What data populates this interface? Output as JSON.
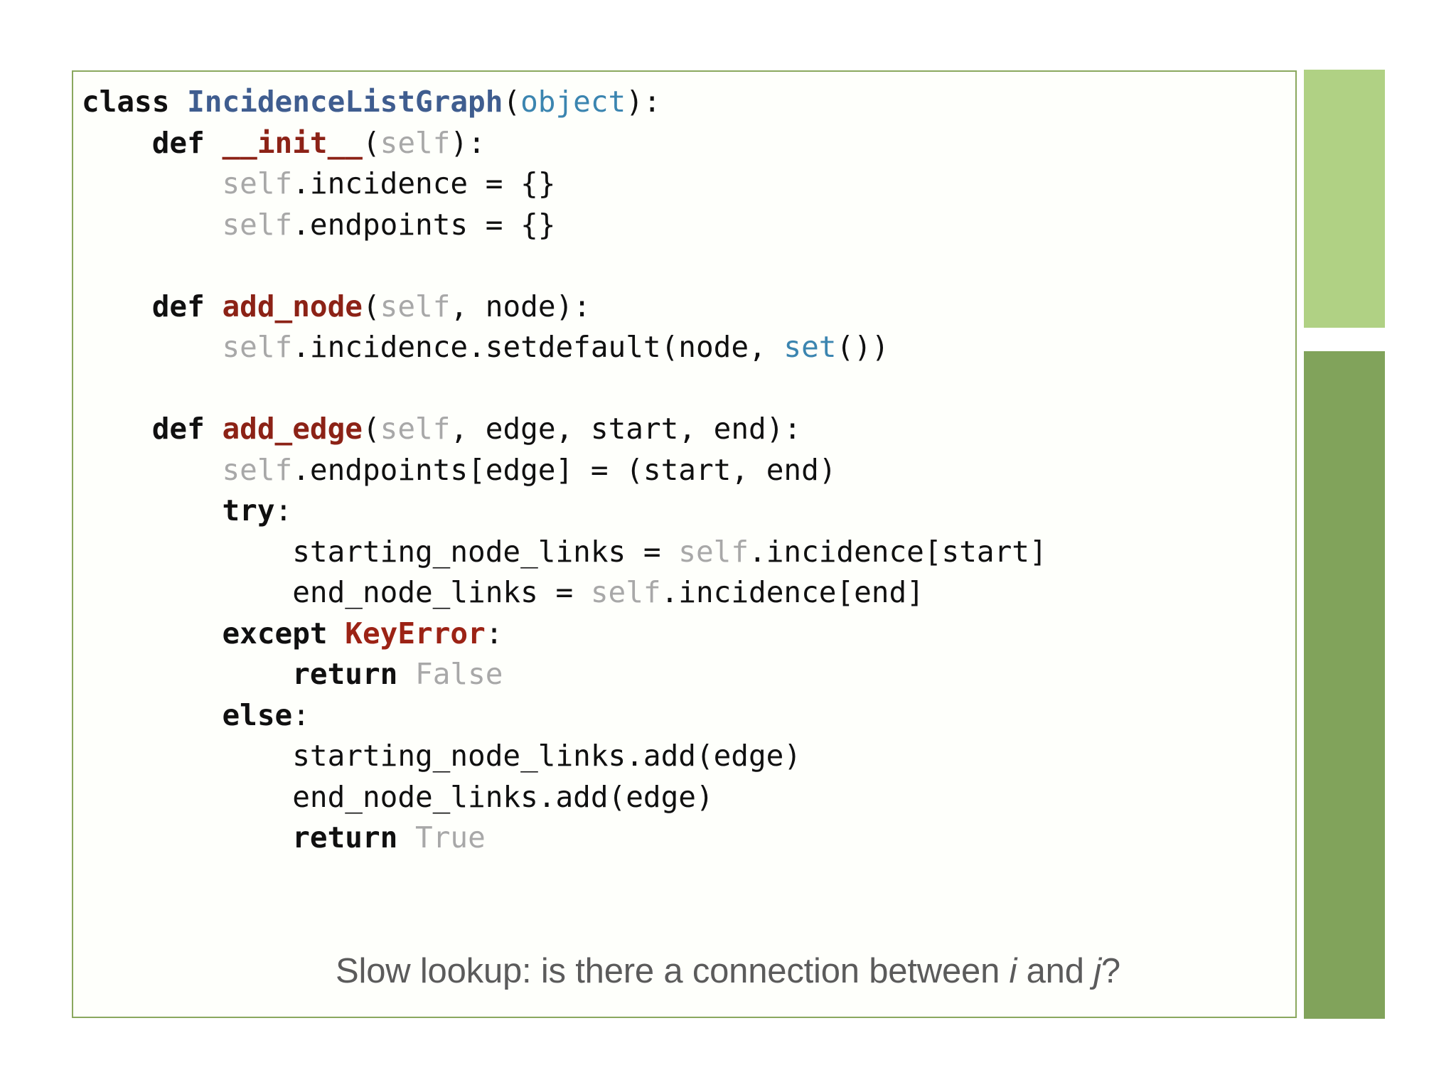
{
  "slide": {
    "background_color": "#ffffff",
    "caption": {
      "prefix": "Slow lookup: is there a connection between ",
      "var_i": "i",
      "middle": " and ",
      "var_j": "j",
      "suffix": "?",
      "color": "#5b5b5b"
    },
    "decor": {
      "bar_light_color": "#b0d184",
      "bar_dark_color": "#81a35b"
    }
  },
  "code_panel": {
    "border_color": "#8aa85e",
    "background_color": "#fefffb",
    "language": "python",
    "palette": {
      "keyword": "#101010",
      "class_name": "#3f5d8f",
      "function_name": "#8c2216",
      "exception": "#9c2315",
      "builtin": "#3b85b0",
      "self": "#a8a8a8",
      "constant": "#a8a8a8",
      "plain": "#101010"
    },
    "lines": [
      [
        {
          "t": "class",
          "c": "kw"
        },
        {
          "t": " ",
          "c": "pl"
        },
        {
          "t": "IncidenceListGraph",
          "c": "cls"
        },
        {
          "t": "(",
          "c": "pl"
        },
        {
          "t": "object",
          "c": "bi"
        },
        {
          "t": "):",
          "c": "pl"
        }
      ],
      [
        {
          "t": "    ",
          "c": "pl"
        },
        {
          "t": "def",
          "c": "kw"
        },
        {
          "t": " ",
          "c": "pl"
        },
        {
          "t": "__init__",
          "c": "fn"
        },
        {
          "t": "(",
          "c": "pl"
        },
        {
          "t": "self",
          "c": "slf"
        },
        {
          "t": "):",
          "c": "pl"
        }
      ],
      [
        {
          "t": "        ",
          "c": "pl"
        },
        {
          "t": "self",
          "c": "slf"
        },
        {
          "t": ".incidence = {}",
          "c": "pl"
        }
      ],
      [
        {
          "t": "        ",
          "c": "pl"
        },
        {
          "t": "self",
          "c": "slf"
        },
        {
          "t": ".endpoints = {}",
          "c": "pl"
        }
      ],
      [
        {
          "t": "",
          "c": "pl"
        }
      ],
      [
        {
          "t": "    ",
          "c": "pl"
        },
        {
          "t": "def",
          "c": "kw"
        },
        {
          "t": " ",
          "c": "pl"
        },
        {
          "t": "add_node",
          "c": "fn"
        },
        {
          "t": "(",
          "c": "pl"
        },
        {
          "t": "self",
          "c": "slf"
        },
        {
          "t": ", node):",
          "c": "pl"
        }
      ],
      [
        {
          "t": "        ",
          "c": "pl"
        },
        {
          "t": "self",
          "c": "slf"
        },
        {
          "t": ".incidence.setdefault(node, ",
          "c": "pl"
        },
        {
          "t": "set",
          "c": "bi"
        },
        {
          "t": "())",
          "c": "pl"
        }
      ],
      [
        {
          "t": "",
          "c": "pl"
        }
      ],
      [
        {
          "t": "    ",
          "c": "pl"
        },
        {
          "t": "def",
          "c": "kw"
        },
        {
          "t": " ",
          "c": "pl"
        },
        {
          "t": "add_edge",
          "c": "fn"
        },
        {
          "t": "(",
          "c": "pl"
        },
        {
          "t": "self",
          "c": "slf"
        },
        {
          "t": ", edge, start, end):",
          "c": "pl"
        }
      ],
      [
        {
          "t": "        ",
          "c": "pl"
        },
        {
          "t": "self",
          "c": "slf"
        },
        {
          "t": ".endpoints[edge] = (start, end)",
          "c": "pl"
        }
      ],
      [
        {
          "t": "        ",
          "c": "pl"
        },
        {
          "t": "try",
          "c": "kw"
        },
        {
          "t": ":",
          "c": "pl"
        }
      ],
      [
        {
          "t": "            starting_node_links = ",
          "c": "pl"
        },
        {
          "t": "self",
          "c": "slf"
        },
        {
          "t": ".incidence[start]",
          "c": "pl"
        }
      ],
      [
        {
          "t": "            end_node_links = ",
          "c": "pl"
        },
        {
          "t": "self",
          "c": "slf"
        },
        {
          "t": ".incidence[end]",
          "c": "pl"
        }
      ],
      [
        {
          "t": "        ",
          "c": "pl"
        },
        {
          "t": "except",
          "c": "kw"
        },
        {
          "t": " ",
          "c": "pl"
        },
        {
          "t": "KeyError",
          "c": "exc"
        },
        {
          "t": ":",
          "c": "pl"
        }
      ],
      [
        {
          "t": "            ",
          "c": "pl"
        },
        {
          "t": "return",
          "c": "kw"
        },
        {
          "t": " ",
          "c": "pl"
        },
        {
          "t": "False",
          "c": "cst"
        }
      ],
      [
        {
          "t": "        ",
          "c": "pl"
        },
        {
          "t": "else",
          "c": "kw"
        },
        {
          "t": ":",
          "c": "pl"
        }
      ],
      [
        {
          "t": "            starting_node_links.add(edge)",
          "c": "pl"
        }
      ],
      [
        {
          "t": "            end_node_links.add(edge)",
          "c": "pl"
        }
      ],
      [
        {
          "t": "            ",
          "c": "pl"
        },
        {
          "t": "return",
          "c": "kw"
        },
        {
          "t": " ",
          "c": "pl"
        },
        {
          "t": "True",
          "c": "cst"
        }
      ]
    ],
    "plain_text": "class IncidenceListGraph(object):\n    def __init__(self):\n        self.incidence = {}\n        self.endpoints = {}\n\n    def add_node(self, node):\n        self.incidence.setdefault(node, set())\n\n    def add_edge(self, edge, start, end):\n        self.endpoints[edge] = (start, end)\n        try:\n            starting_node_links = self.incidence[start]\n            end_node_links = self.incidence[end]\n        except KeyError:\n            return False\n        else:\n            starting_node_links.add(edge)\n            end_node_links.add(edge)\n            return True"
  }
}
